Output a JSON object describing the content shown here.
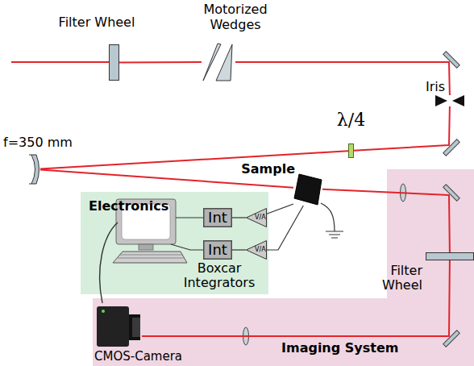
{
  "diagram": {
    "nodes": [
      {
        "text": [
          "Filter Wheel"
        ]
      },
      {
        "text": [
          "Motorized Wedges"
        ]
      },
      {
        "text": [
          "Iris"
        ]
      },
      {
        "text": [
          "λ/4"
        ]
      },
      {
        "text": [
          "f=350 mm"
        ]
      },
      {
        "text": [
          "Sample"
        ]
      },
      {
        "text": [
          "Electronics"
        ]
      },
      {
        "text": [
          "Int"
        ],
        "in": 6
      },
      {
        "text": [
          "Int"
        ],
        "in": 6
      },
      {
        "text": [
          "V/A"
        ],
        "in": 6
      },
      {
        "text": [
          "V/A"
        ],
        "in": 6
      },
      {
        "text": [
          "Imaging System"
        ]
      },
      {
        "text": [
          "Filter Wheel"
        ],
        "in": 11
      },
      {
        "text": [
          "CMOS-Camera"
        ],
        "in": 11
      }
    ],
    "edges": [
      {
        "from": 0,
        "to": 1,
        "arrow": "none"
      },
      {
        "from": 1,
        "to": 2,
        "arrow": "none"
      },
      {
        "from": 2,
        "to": 3,
        "arrow": "none"
      },
      {
        "from": 3,
        "to": 4,
        "arrow": "none"
      },
      {
        "from": 4,
        "to": 5,
        "arrow": "none"
      },
      {
        "from": 5,
        "to": 12,
        "arrow": "none"
      },
      {
        "from": 12,
        "to": 13,
        "arrow": "none"
      },
      {
        "from": 9,
        "to": 7,
        "arrow": "none"
      },
      {
        "from": 10,
        "to": 8,
        "arrow": "none"
      },
      {
        "from": 9,
        "to": 5,
        "arrow": "none"
      },
      {
        "from": 10,
        "to": 5,
        "arrow": "none"
      }
    ],
    "labels": [
      "Boxcar Integrators"
    ]
  }
}
